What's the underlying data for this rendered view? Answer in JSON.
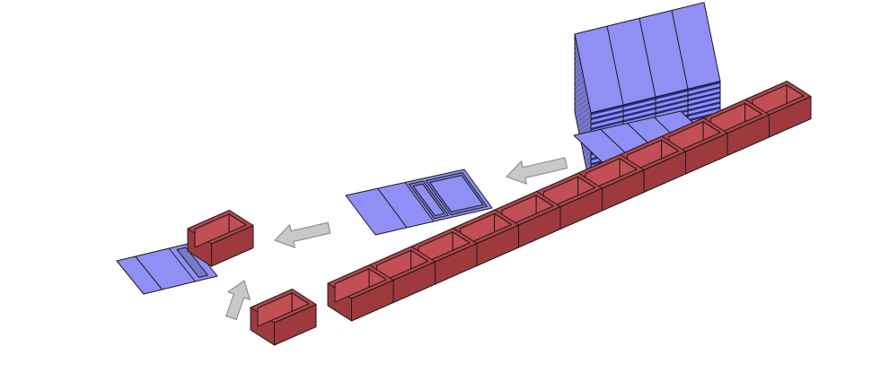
{
  "colors": {
    "sheet_fill": "#8f8ff5",
    "sheet_dark": "#3a3a9a",
    "stack_edge": "#2a2a80",
    "tray_floor": "#f26e6e",
    "tray_wall_outer": "#9e3a3e",
    "tray_wall_inner": "#c24f55",
    "tray_rim": "#b5454b",
    "outline": "#1a1a1a",
    "arrow_fill": "#c8c8c8",
    "arrow_stroke": "#909090",
    "background": "#ffffff"
  },
  "diagram": {
    "sheet_stack": {
      "sheet_count": 30,
      "panels_per_sheet": 4
    },
    "tray_row": {
      "tray_count": 11
    },
    "arrows": [
      {
        "id": "stack-to-glued-sheet",
        "direction": "left"
      },
      {
        "id": "glued-sheet-to-assembly",
        "direction": "left"
      },
      {
        "id": "tray-to-assembly",
        "direction": "up"
      }
    ]
  }
}
